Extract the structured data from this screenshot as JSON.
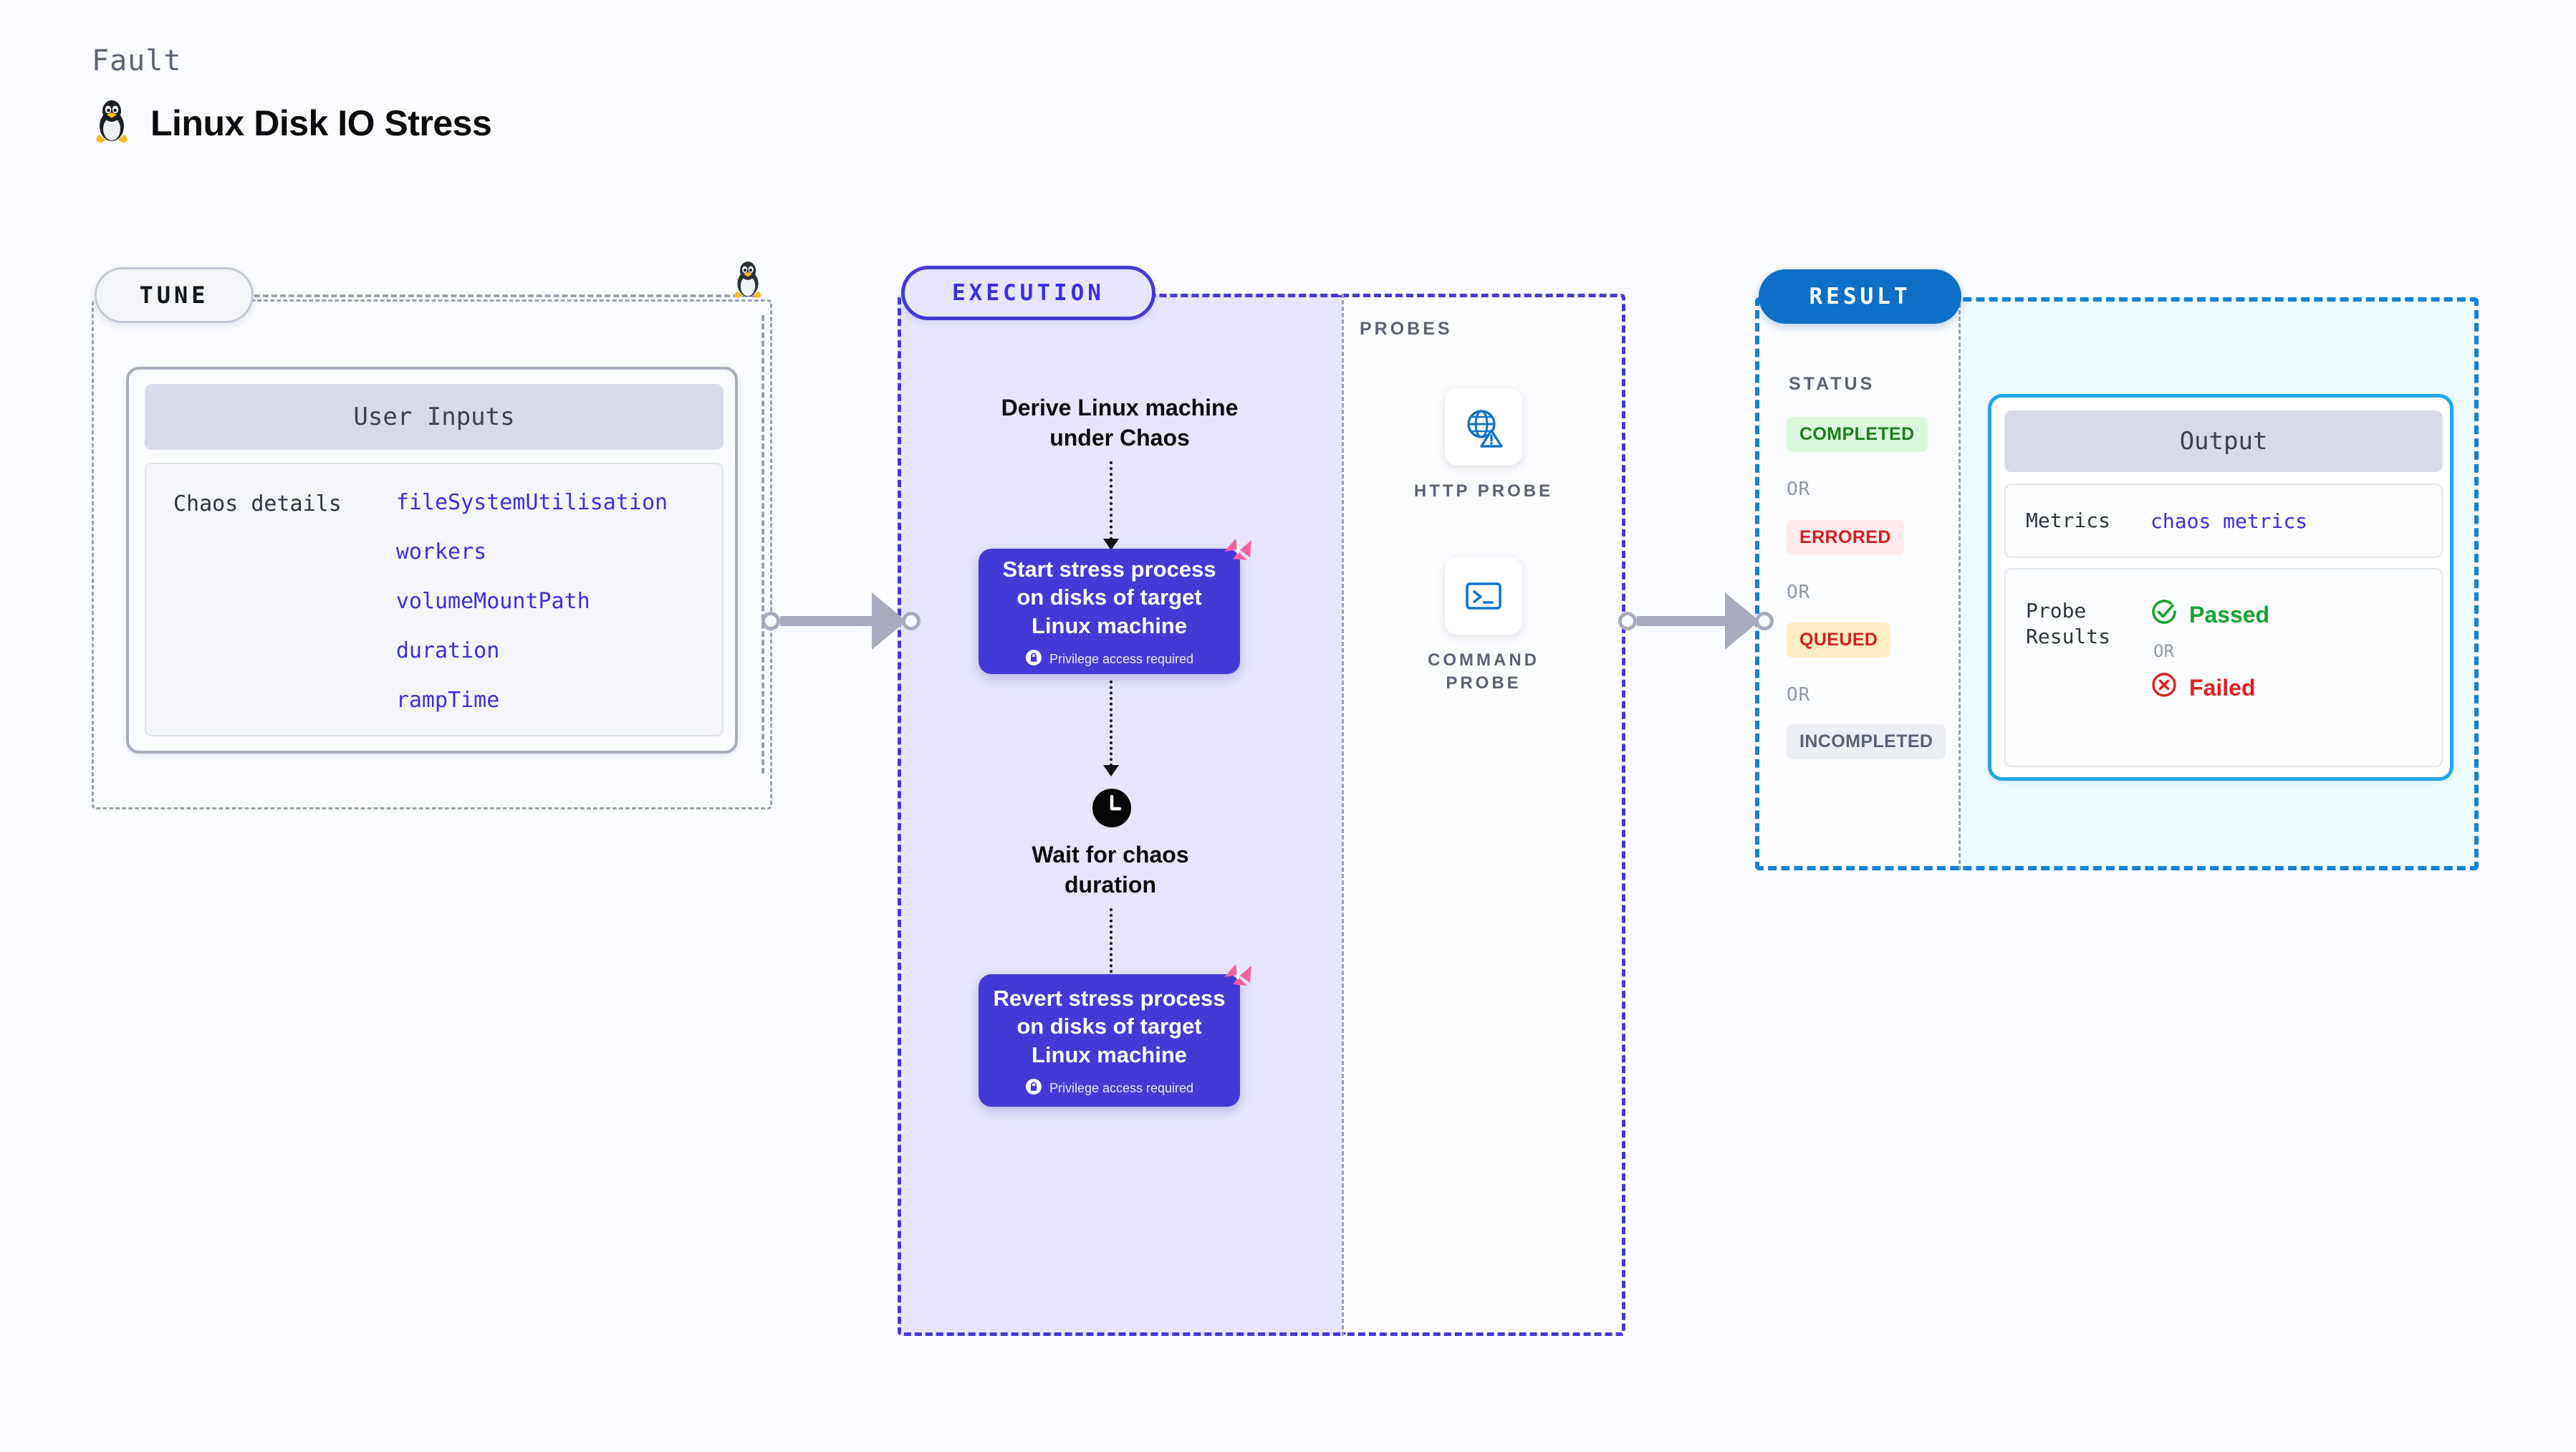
{
  "header": {
    "kicker": "Fault",
    "title": "Linux Disk IO Stress",
    "icon": "linux-penguin-icon"
  },
  "tune": {
    "badge": "TUNE",
    "card_title": "User Inputs",
    "section_label": "Chaos details",
    "inputs": [
      "fileSystemUtilisation",
      "workers",
      "volumeMountPath",
      "duration",
      "rampTime"
    ]
  },
  "execution": {
    "badge": "EXECUTION",
    "derive_text": "Derive Linux machine\nunder Chaos",
    "steps": [
      {
        "title": "Start stress process on disks of target Linux machine",
        "privilege": "Privilege access required",
        "mark": "litmus-mark-icon"
      },
      {
        "title": "Revert stress process on disks of target Linux machine",
        "privilege": "Privilege access required",
        "mark": "litmus-mark-icon"
      }
    ],
    "wait_text": "Wait for chaos\nduration",
    "wait_icon": "clock-icon"
  },
  "probes": {
    "label": "PROBES",
    "items": [
      {
        "caption": "HTTP PROBE",
        "icon": "globe-warning-icon"
      },
      {
        "caption": "COMMAND PROBE",
        "icon": "terminal-icon"
      }
    ]
  },
  "result": {
    "badge": "RESULT",
    "status_label": "STATUS",
    "or": "OR",
    "statuses": [
      {
        "label": "COMPLETED",
        "color": "#1a7f1a",
        "bg": "#ddf7dd"
      },
      {
        "label": "ERRORED",
        "color": "#cf2020",
        "bg": "#fdeaea"
      },
      {
        "label": "QUEUED",
        "color": "#cf2020",
        "bg": "#fdeec6"
      },
      {
        "label": "INCOMPLETED",
        "color": "#5b6276",
        "bg": "#eceef4"
      }
    ],
    "output": {
      "title": "Output",
      "metrics_key": "Metrics",
      "metrics_value": "chaos metrics",
      "probe_results_key": "Probe\nResults",
      "passed": "Passed",
      "failed": "Failed",
      "or": "OR"
    }
  },
  "colors": {
    "accent_purple": "#4539d6",
    "accent_blue": "#1282d6",
    "accent_pink": "#f7629c",
    "panel_lavender": "#e6e5fb",
    "panel_cyan": "#eefbff",
    "background": "#fafbfe"
  }
}
